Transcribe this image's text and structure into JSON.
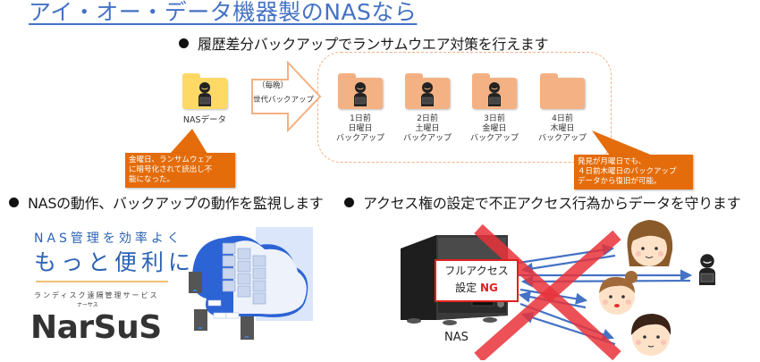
{
  "title": "アイ・オー・データ機器製のNASなら",
  "section1": {
    "heading": "履歴差分バックアップでランサムウエア対策を行えます",
    "source": {
      "label": "NASデータ",
      "icon": "hacker-folder-icon"
    },
    "arrow": {
      "line1": "（毎晩）",
      "line2": "世代バックアップ"
    },
    "backups": [
      {
        "line1": "1日前",
        "line2": "日曜日",
        "line3": "バックアップ",
        "infected": true
      },
      {
        "line1": "2日前",
        "line2": "土曜日",
        "line3": "バックアップ",
        "infected": true
      },
      {
        "line1": "3日前",
        "line2": "金曜日",
        "line3": "バックアップ",
        "infected": true
      },
      {
        "line1": "4日前",
        "line2": "木曜日",
        "line3": "バックアップ",
        "infected": false
      }
    ],
    "callout_left": {
      "line1": "金曜日、ランサムウェア",
      "line2": "に暗号化されて読出し不",
      "line3": "能になった。"
    },
    "callout_right": {
      "line1": "発見が月曜日でも、",
      "line2": "４日前木曜日のバックアップ",
      "line3": "データから復旧が可能。"
    }
  },
  "section2": {
    "heading": "NASの動作、バックアップの動作を監視します",
    "banner": {
      "tagline1": "NAS管理を効率よく",
      "tagline2": "もっと便利に",
      "service": "ランディスク遠隔管理サービス",
      "logo": "NarSuS",
      "logo_ruby": "ナーサス"
    }
  },
  "section3": {
    "heading": "アクセス権の設定で不正アクセス行為からデータを守ります",
    "warning_line1": "フルアクセス",
    "warning_line2": "設定",
    "warning_ng": "NG",
    "device_label": "NAS"
  },
  "colors": {
    "title_blue": "#4472c4",
    "folder_yellow": "#ffd966",
    "folder_orange": "#f4b183",
    "callout_orange": "#e46c0a",
    "cross_red": "#e8333a",
    "arrow_blue": "#4472c4",
    "brand_blue": "#2c63b5"
  }
}
